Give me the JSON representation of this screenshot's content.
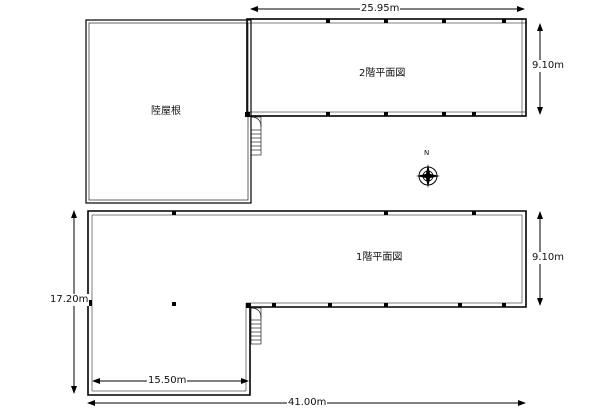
{
  "labels": {
    "roof": "陸屋根",
    "floor2": "2階平面図",
    "floor1": "1階平面図",
    "north": "N"
  },
  "dimensions": {
    "floor2_width": "25.95m",
    "floor2_depth": "9.10m",
    "floor1_depth": "9.10m",
    "floor1_total_depth": "17.20m",
    "floor1_lower_width": "15.50m",
    "floor1_total_width": "41.00m"
  },
  "colors": {
    "line": "#000000",
    "background": "#ffffff"
  }
}
